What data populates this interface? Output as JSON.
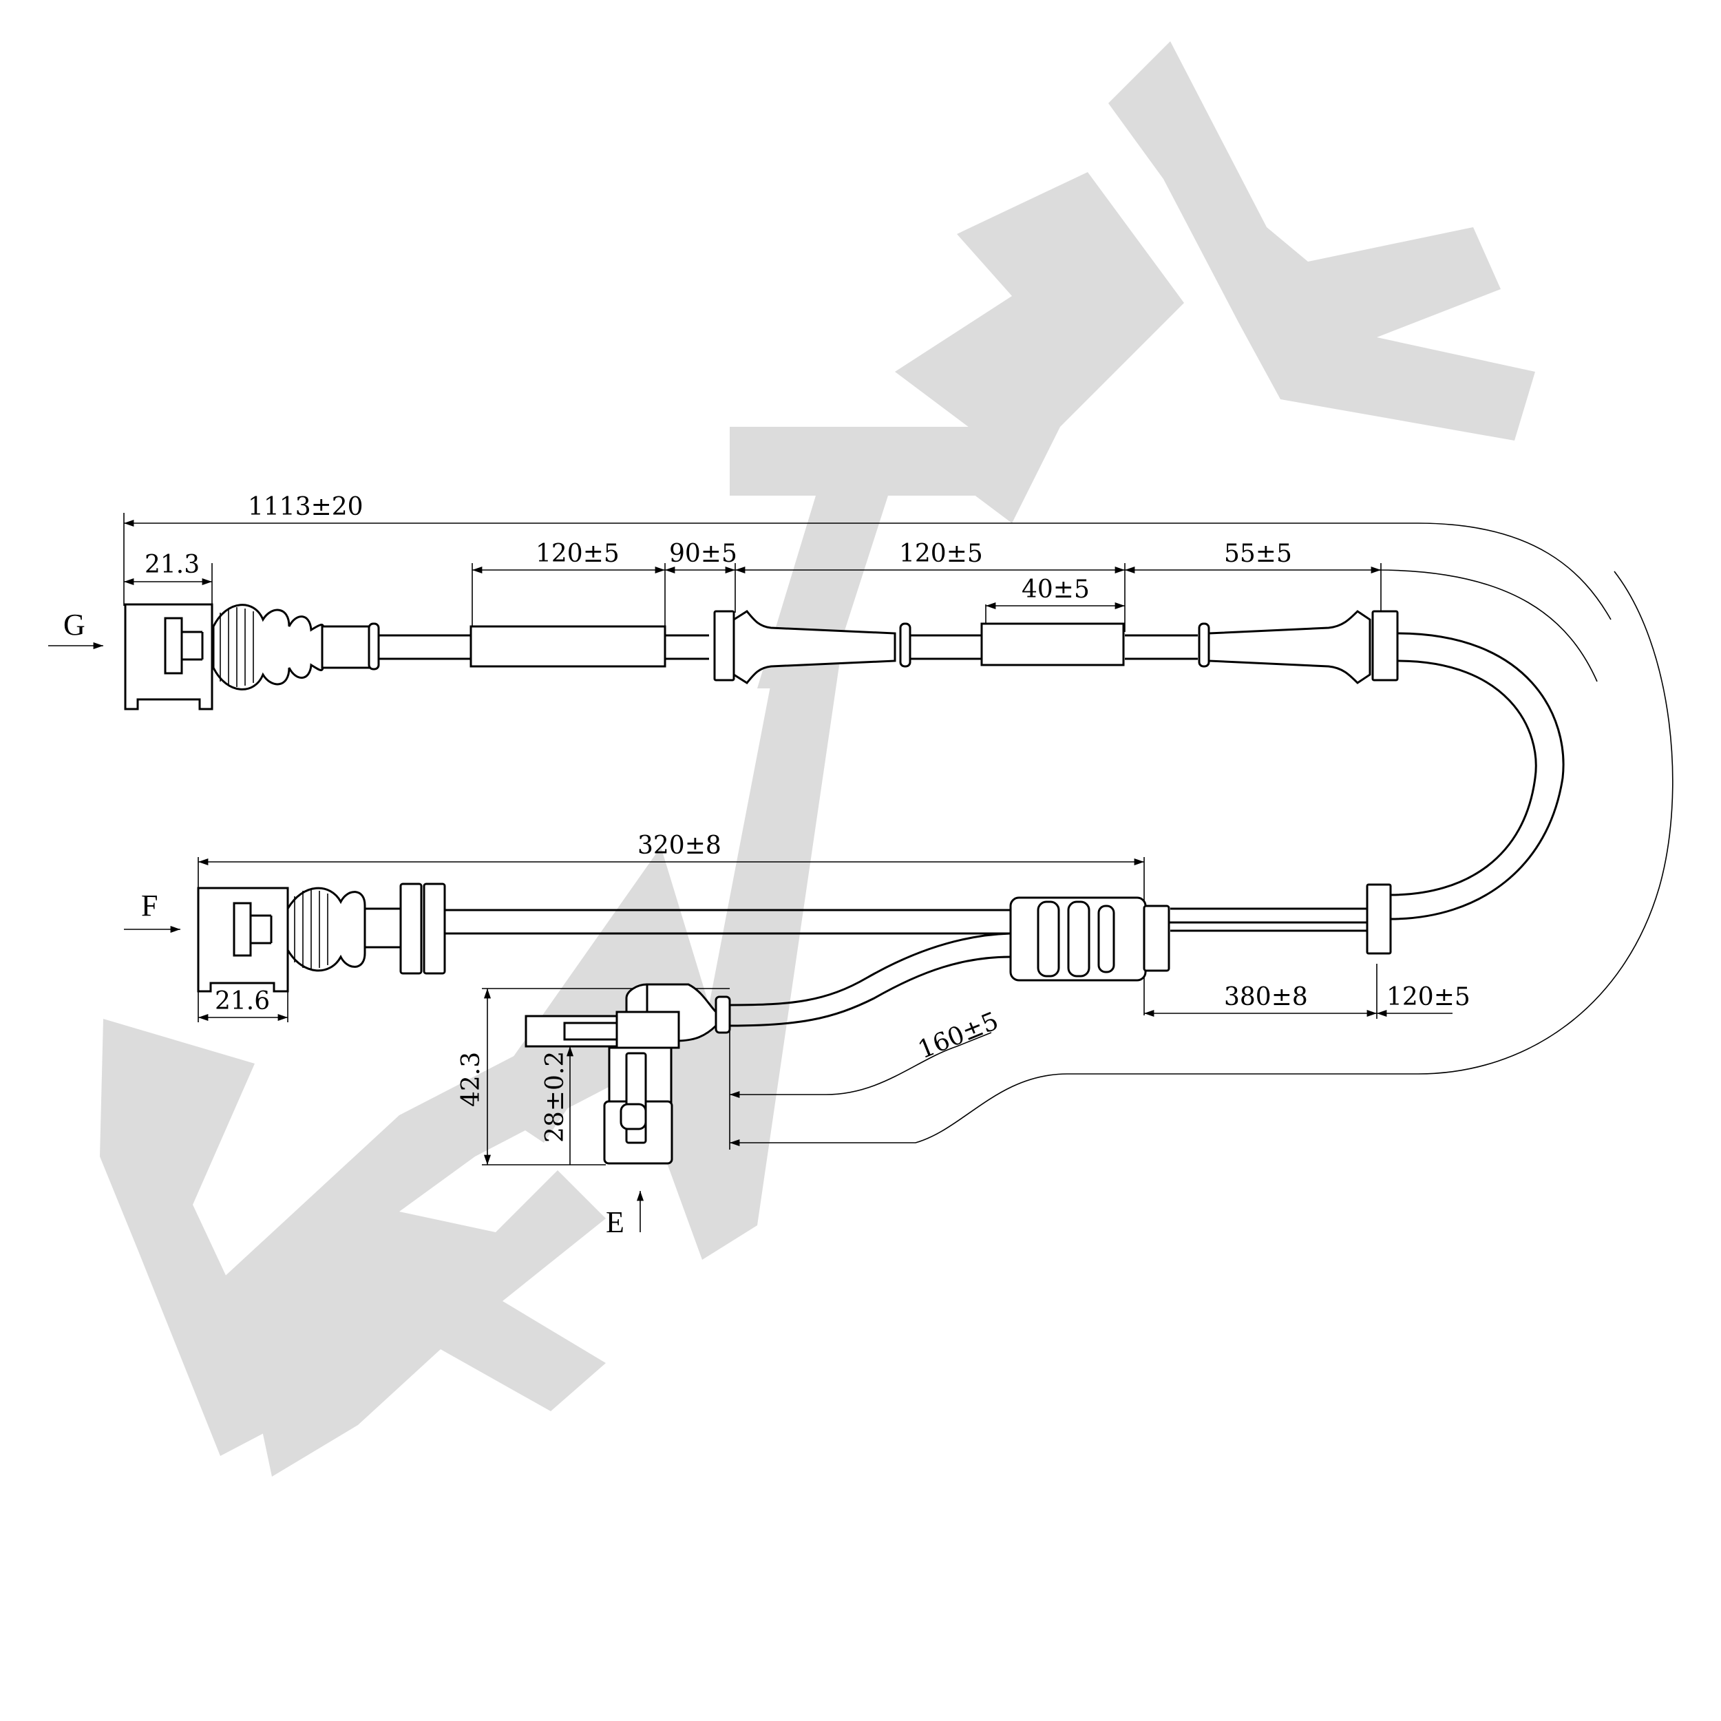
{
  "watermark": {
    "text": "ZENTEK",
    "color": "#dcdcdc"
  },
  "views": {
    "g": "G",
    "f": "F",
    "e": "E"
  },
  "dims": {
    "total": "1113±20",
    "g_conn_width": "21.3",
    "g_seg1": "120±5",
    "g_seg2": "90±5",
    "g_seg3": "120±5",
    "g_sleeve": "40±5",
    "g_seg4": "55±5",
    "f_len": "320±8",
    "f_conn_width": "21.6",
    "mid_len": "380±8",
    "end_len": "120±5",
    "e_len": "160±5",
    "e_height": "42.3",
    "e_body": "28±0.2"
  }
}
